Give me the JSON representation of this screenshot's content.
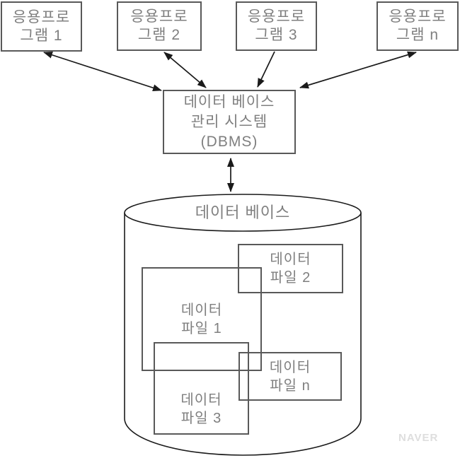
{
  "diagram": {
    "title_hint": "DBMS architecture diagram",
    "applications": [
      {
        "label": "응용프로\n그램 1"
      },
      {
        "label": "응용프로\n그램 2"
      },
      {
        "label": "응용프로\n그램 3"
      },
      {
        "label": "응용프로\n그램 n"
      }
    ],
    "dbms": {
      "label": "데이터 베이스\n관리 시스템\n(DBMS)"
    },
    "database_cylinder": {
      "label": "데이터 베이스"
    },
    "data_files": [
      {
        "label": "데이터\n파일 2"
      },
      {
        "label": "데이터\n파일 1"
      },
      {
        "label": "데이터\n파일 n"
      },
      {
        "label": "데이터\n파일 3"
      }
    ],
    "connections": [
      {
        "from": "application-1",
        "to": "dbms",
        "arrows": "both"
      },
      {
        "from": "application-2",
        "to": "dbms",
        "arrows": "both"
      },
      {
        "from": "application-3",
        "to": "dbms",
        "arrows": "down"
      },
      {
        "from": "application-n",
        "to": "dbms",
        "arrows": "both"
      },
      {
        "from": "dbms",
        "to": "database",
        "arrows": "both"
      }
    ],
    "watermark": "NAVER",
    "colors": {
      "line": "#1a1a1a",
      "box_border": "#595959",
      "text": "#7f7f7f",
      "watermark": "#dedede",
      "background": "#ffffff"
    }
  }
}
